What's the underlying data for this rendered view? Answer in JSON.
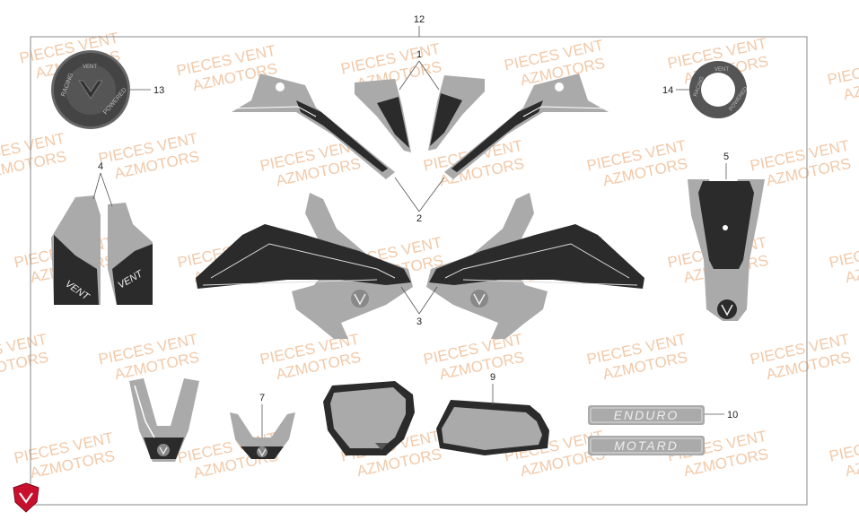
{
  "diagram": {
    "callouts": {
      "c1": "1",
      "c2": "2",
      "c3": "3",
      "c4": "4",
      "c5": "5",
      "c7": "7",
      "c9": "9",
      "c10": "10",
      "c12": "12",
      "c13": "13",
      "c14": "14"
    },
    "watermark": {
      "line1": "PIECES VENT",
      "line2": "AZMOTORS"
    },
    "decal_texts": {
      "vent": "VENT",
      "racing": "RACING",
      "powered": "POWERED",
      "enduro": "ENDURO",
      "motard": "MOTARD"
    },
    "colors": {
      "decal_grey": "#a9a9a9",
      "decal_dark": "#2b2b2b",
      "frame": "#888888",
      "watermark": "#f2c9a8",
      "logo_red": "#c8102e"
    }
  }
}
